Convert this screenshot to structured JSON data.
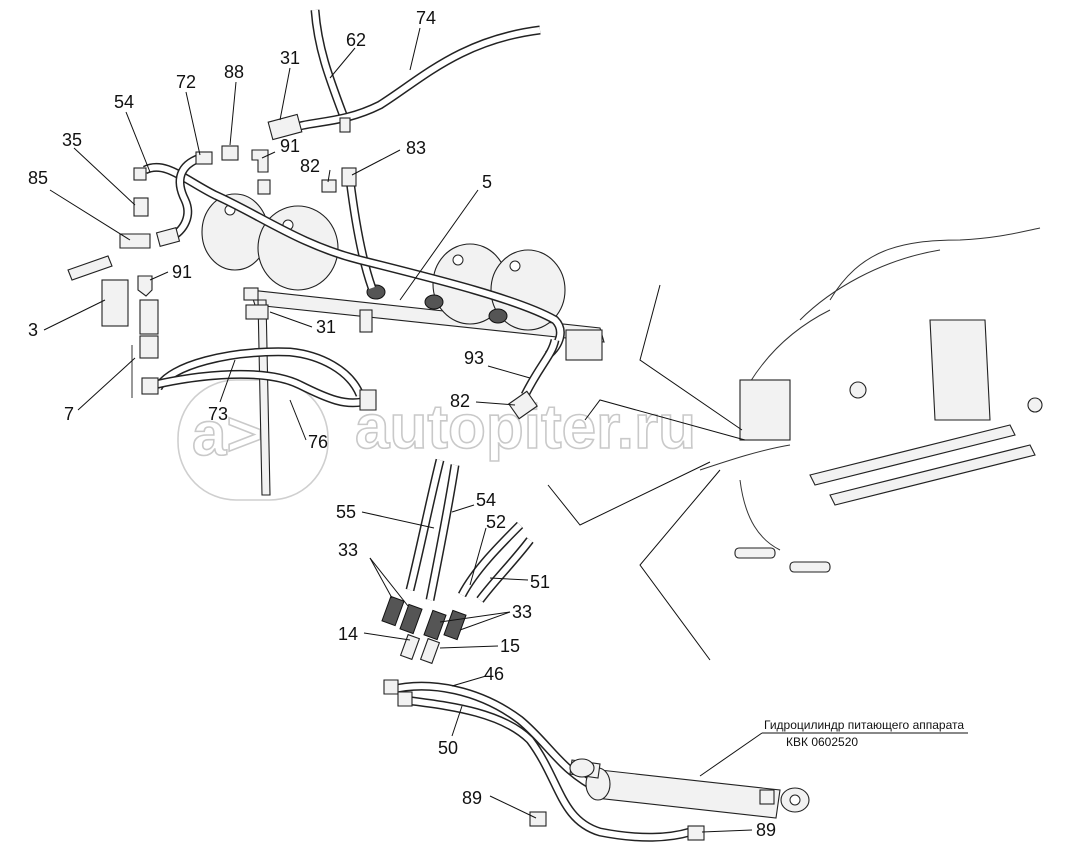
{
  "watermark": {
    "symbol": "a>",
    "text": "autopiter.ru"
  },
  "cylinder_note": {
    "line1": "Гидроцилиндр питающего аппарата",
    "line2": "КВК 0602520"
  },
  "callouts": {
    "c74": "74",
    "c62": "62",
    "c31_top": "31",
    "c88": "88",
    "c72": "72",
    "c54_top": "54",
    "c35": "35",
    "c91_top": "91",
    "c82_top": "82",
    "c83": "83",
    "c85": "85",
    "c5": "5",
    "c91_mid": "91",
    "c3": "3",
    "c31_mid": "31",
    "c93": "93",
    "c7": "7",
    "c73": "73",
    "c82_mid": "82",
    "c76": "76",
    "c55": "55",
    "c54_low": "54",
    "c52": "52",
    "c33_left": "33",
    "c51": "51",
    "c33_right": "33",
    "c14": "14",
    "c15": "15",
    "c46": "46",
    "c50": "50",
    "c89_left": "89",
    "c89_right": "89"
  }
}
